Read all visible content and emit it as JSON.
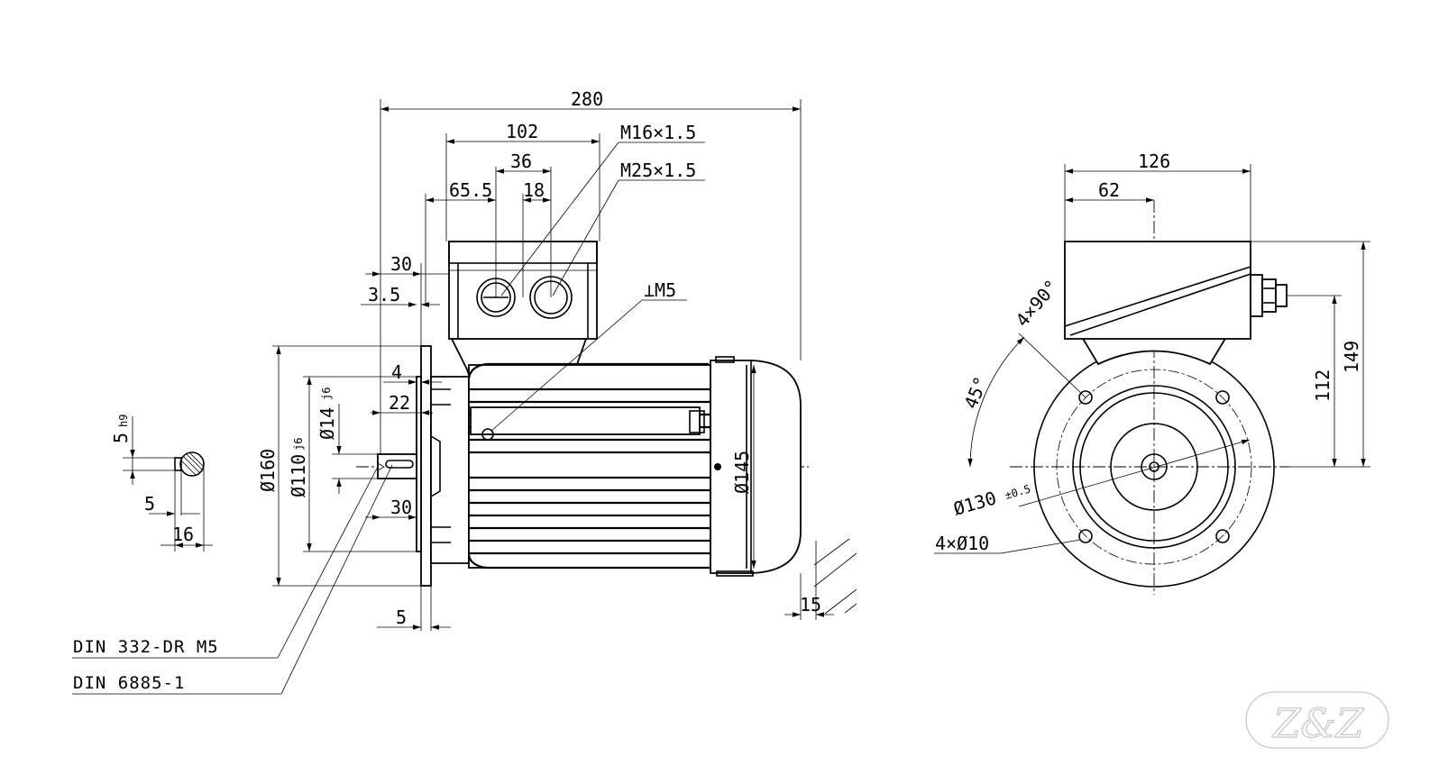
{
  "side_view": {
    "dims": {
      "d280": "280",
      "d102": "102",
      "d36": "36",
      "d65_5": "65.5",
      "d18": "18",
      "d30_top": "30",
      "d3_5": "3.5",
      "d4": "4",
      "d22": "22",
      "d160": "Ø160",
      "d110": "Ø110",
      "d110_tol": "j6",
      "d14": "Ø14",
      "d14_tol": "j6",
      "d30_bottom": "30",
      "d5_bottom": "5",
      "d145": "Ø145",
      "d15": "15"
    },
    "threads": {
      "m16": "M16×1.5",
      "m25": "M25×1.5",
      "m5": "⊥M5"
    }
  },
  "key_section": {
    "d5": "5",
    "d5_tol": "h9",
    "d5_lower": "5",
    "d16": "16"
  },
  "front_view": {
    "dims": {
      "d126": "126",
      "d62": "62",
      "d112": "112",
      "d149": "149",
      "angle_45": "45°",
      "holes_4x90": "4×90°",
      "d130": "Ø130",
      "d130_tol": "±0.5",
      "holes_4x10": "4×Ø10"
    }
  },
  "notes": {
    "din332": "DIN 332-DR M5",
    "din6885": "DIN 6885-1"
  },
  "watermark": {
    "text": "Z&Z"
  }
}
